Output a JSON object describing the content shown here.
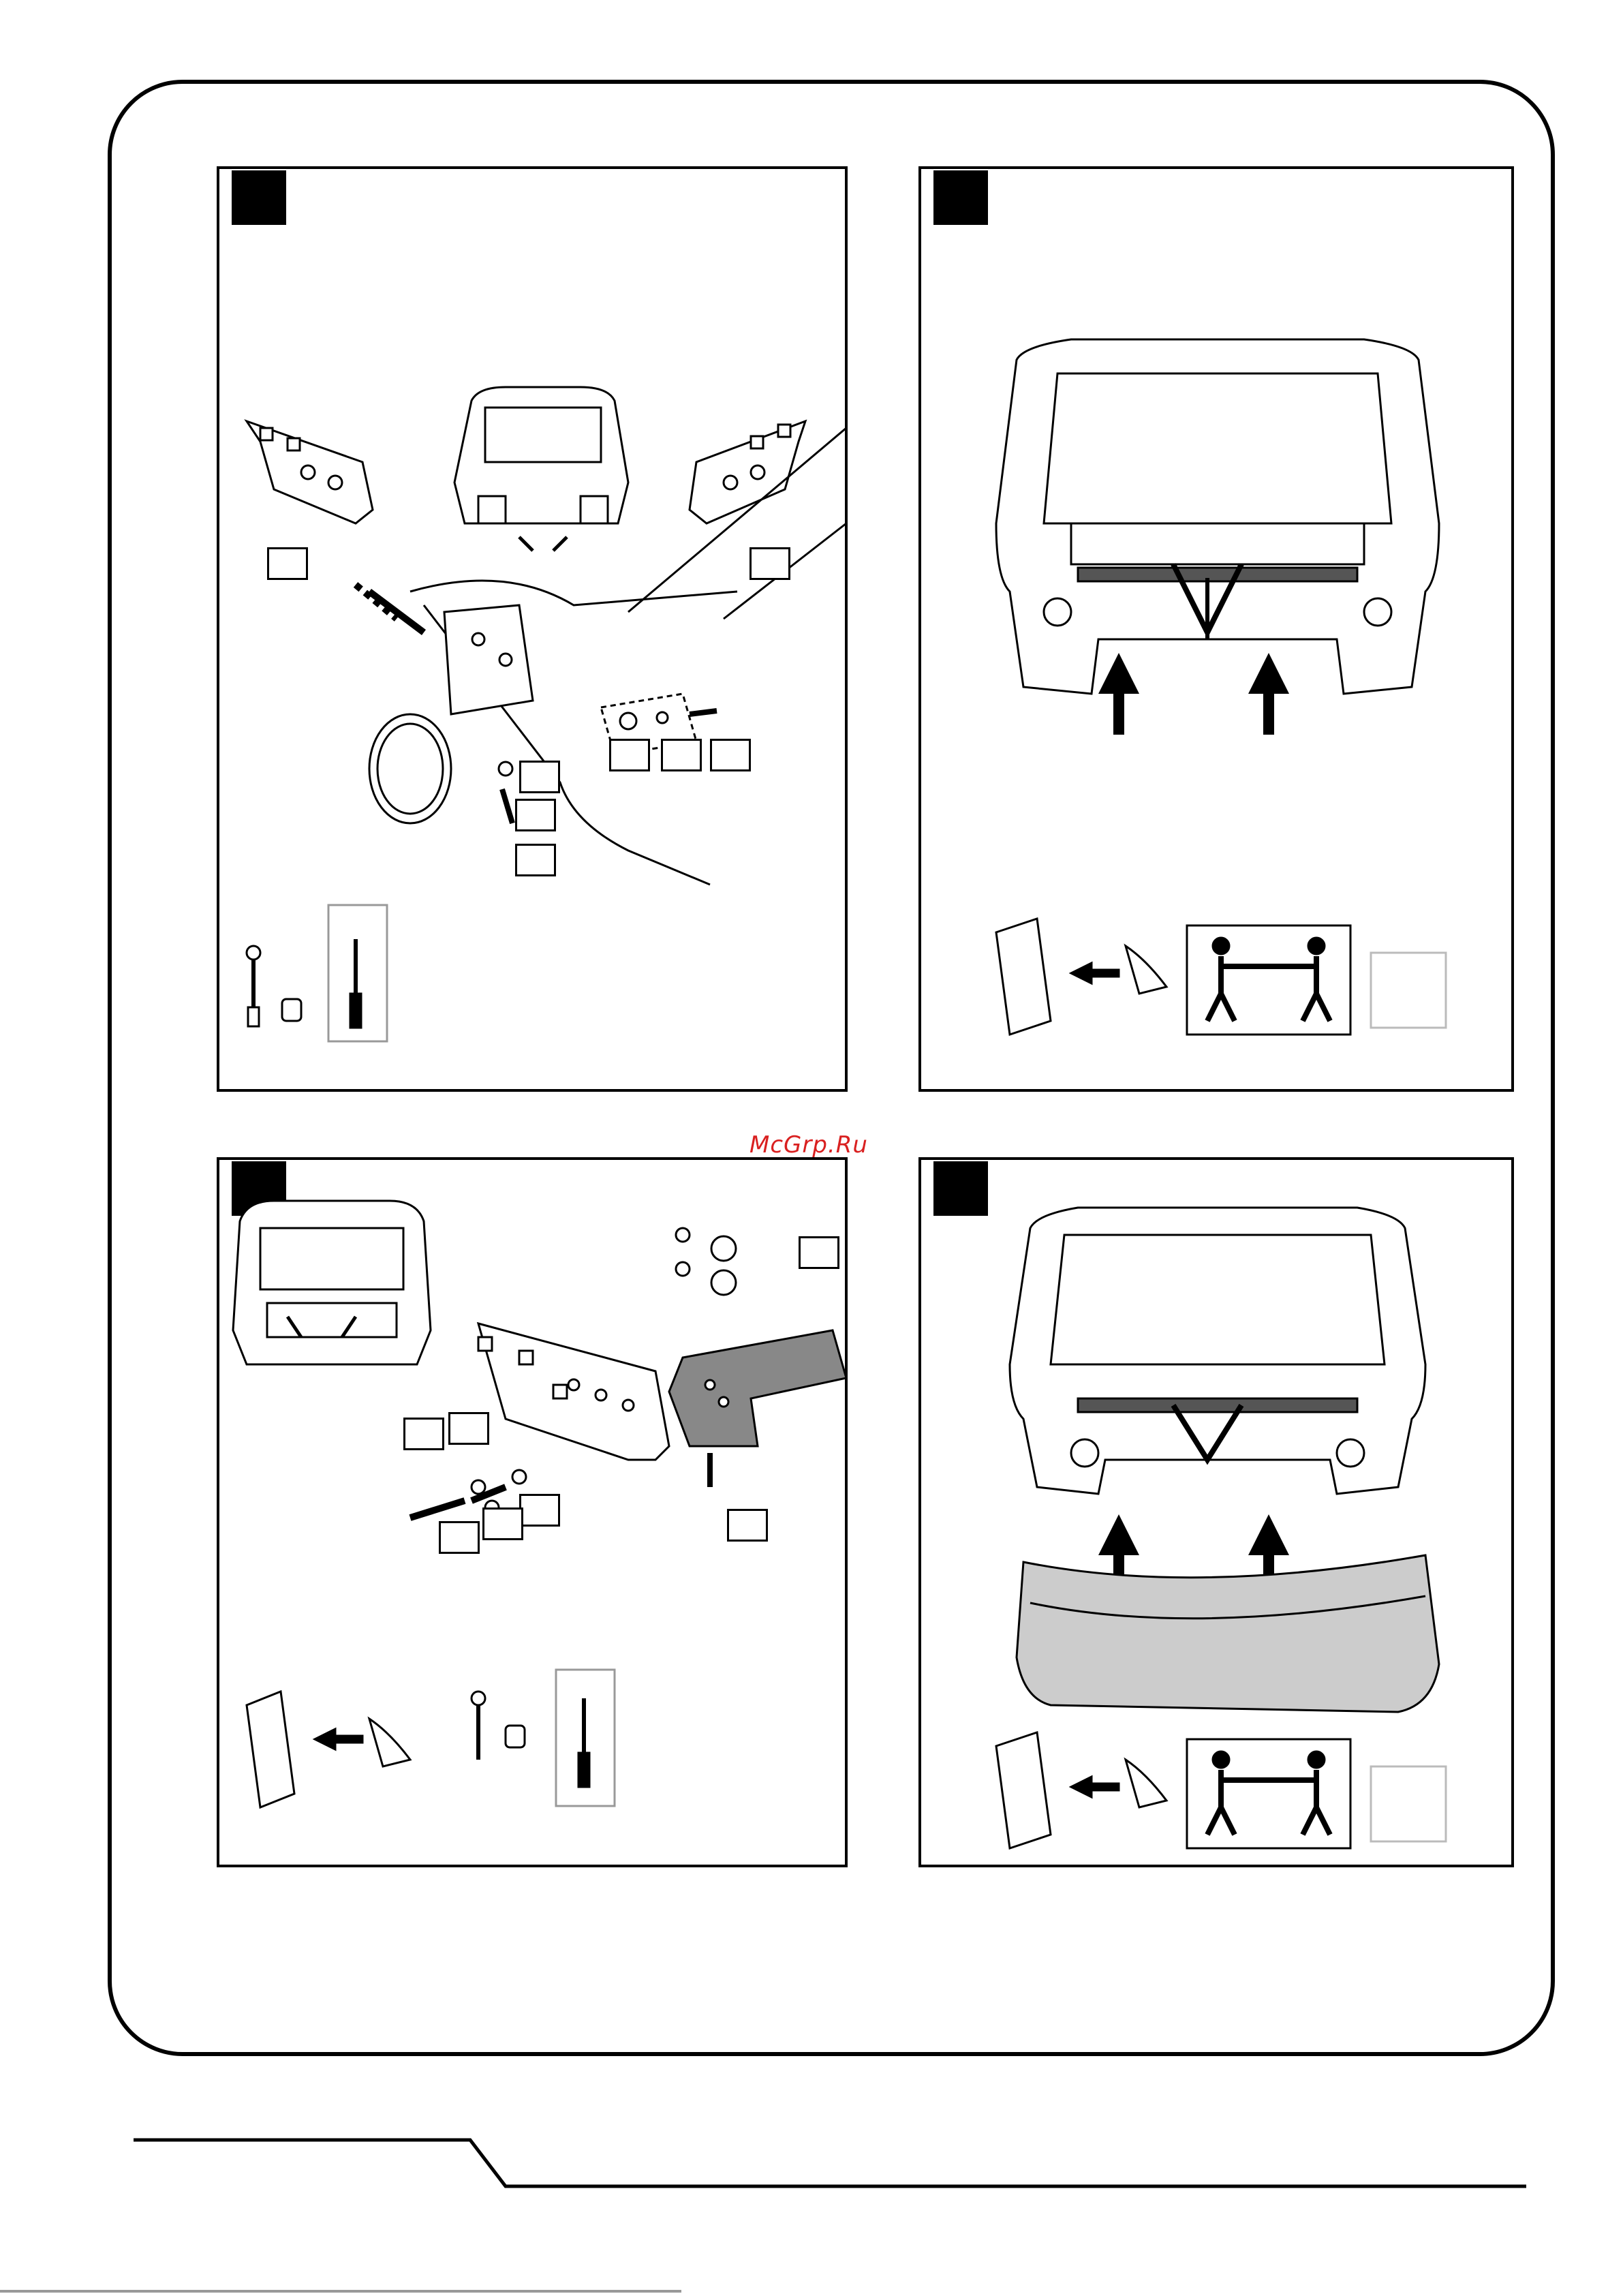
{
  "watermark": "McGrp.Ru",
  "panels": [
    {
      "id": "panel-1",
      "callouts": 7
    },
    {
      "id": "panel-2",
      "callouts": 0
    },
    {
      "id": "panel-3",
      "callouts": 7
    },
    {
      "id": "panel-4",
      "callouts": 0
    }
  ],
  "icons": [
    "manual-icon",
    "two-person-lift-icon",
    "torque-wrench-icon",
    "socket-icon",
    "screwdriver-icon",
    "rotate-icon",
    "up-arrow-icon"
  ]
}
